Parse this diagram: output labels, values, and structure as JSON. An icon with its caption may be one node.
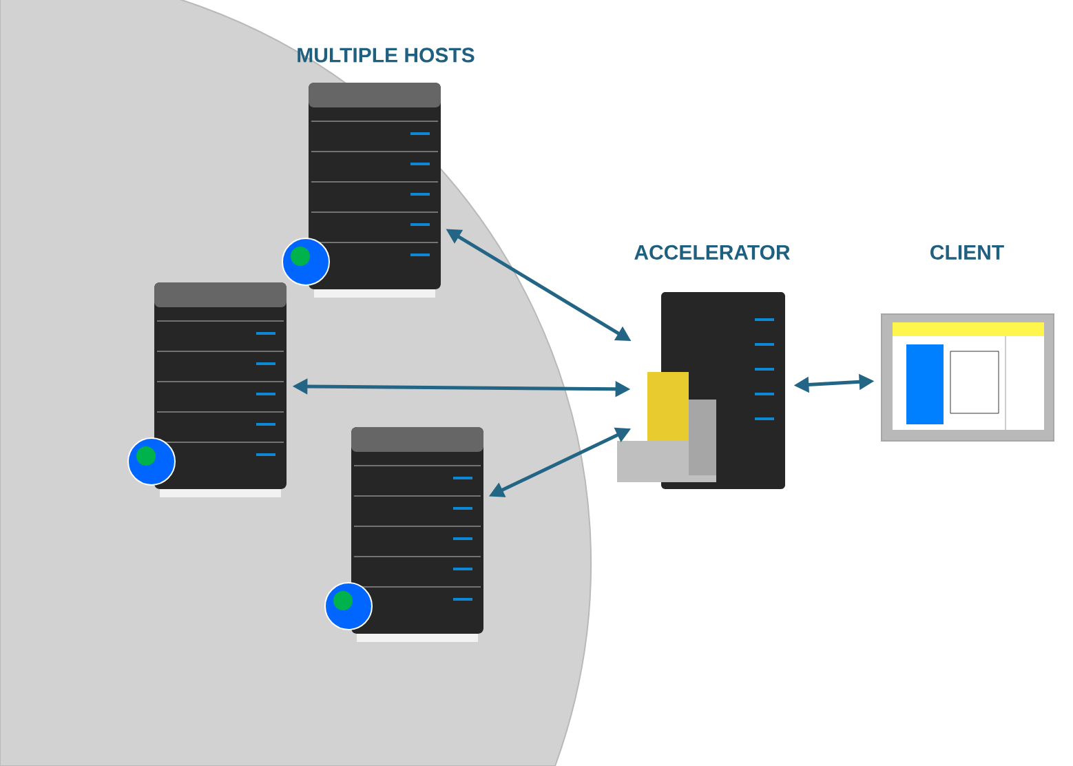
{
  "diagram": {
    "nodes": [
      {
        "text": [],
        "shape": "picture"
      },
      {
        "text": [],
        "shape": "picture"
      },
      {
        "text": [],
        "shape": "picture"
      },
      {
        "text": [
          "ACCELERATOR"
        ]
      },
      {
        "text": [
          "CLIENT"
        ]
      }
    ],
    "edges": [
      {
        "from": 0,
        "to": 3,
        "arrow": "both"
      },
      {
        "from": 1,
        "to": 3,
        "arrow": "both"
      },
      {
        "from": 2,
        "to": 3,
        "arrow": "both"
      },
      {
        "from": 3,
        "to": 4,
        "arrow": "both"
      }
    ],
    "labels": [
      "MULTIPLE HOSTS"
    ]
  }
}
